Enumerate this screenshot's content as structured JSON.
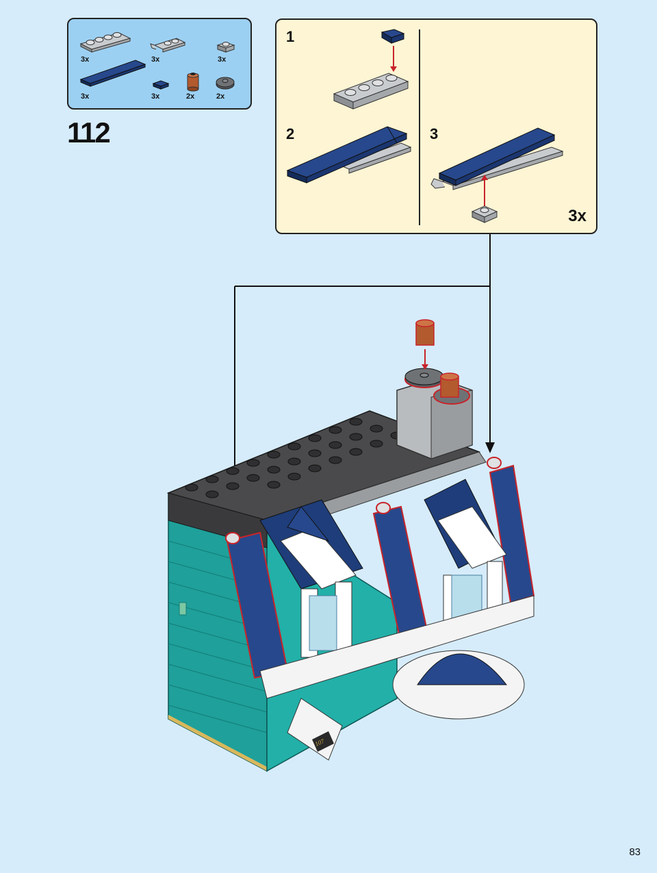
{
  "parts_list": {
    "items": [
      {
        "name": "plate-1x4-light-gray",
        "qty": "3x"
      },
      {
        "name": "plate-1x2-clip-light-gray",
        "qty": "3x"
      },
      {
        "name": "plate-1x1-light-gray",
        "qty": "3x"
      },
      {
        "name": "tile-1x8-dark-blue",
        "qty": "3x"
      },
      {
        "name": "tile-1x1-dark-blue",
        "qty": "3x"
      },
      {
        "name": "round-brick-1x1-reddish-brown",
        "qty": "2x"
      },
      {
        "name": "round-plate-2x2-dark-gray",
        "qty": "2x"
      }
    ]
  },
  "step": {
    "number": "112"
  },
  "sub_assembly": {
    "steps": [
      "1",
      "2",
      "3"
    ],
    "multiplier": "3x"
  },
  "building": {
    "door_number": "107"
  },
  "page": {
    "number": "83"
  },
  "colors": {
    "background": "#d6ecfb",
    "parts_box": "#9cd0f2",
    "sub_box": "#fdf5d4",
    "dark_blue": "#1e3d7a",
    "teal": "#1fa09a",
    "dark_gray": "#4a4a4c",
    "light_gray": "#b9bcbf",
    "reddish_brown": "#b35a2e",
    "arrow_red": "#c8242a"
  }
}
